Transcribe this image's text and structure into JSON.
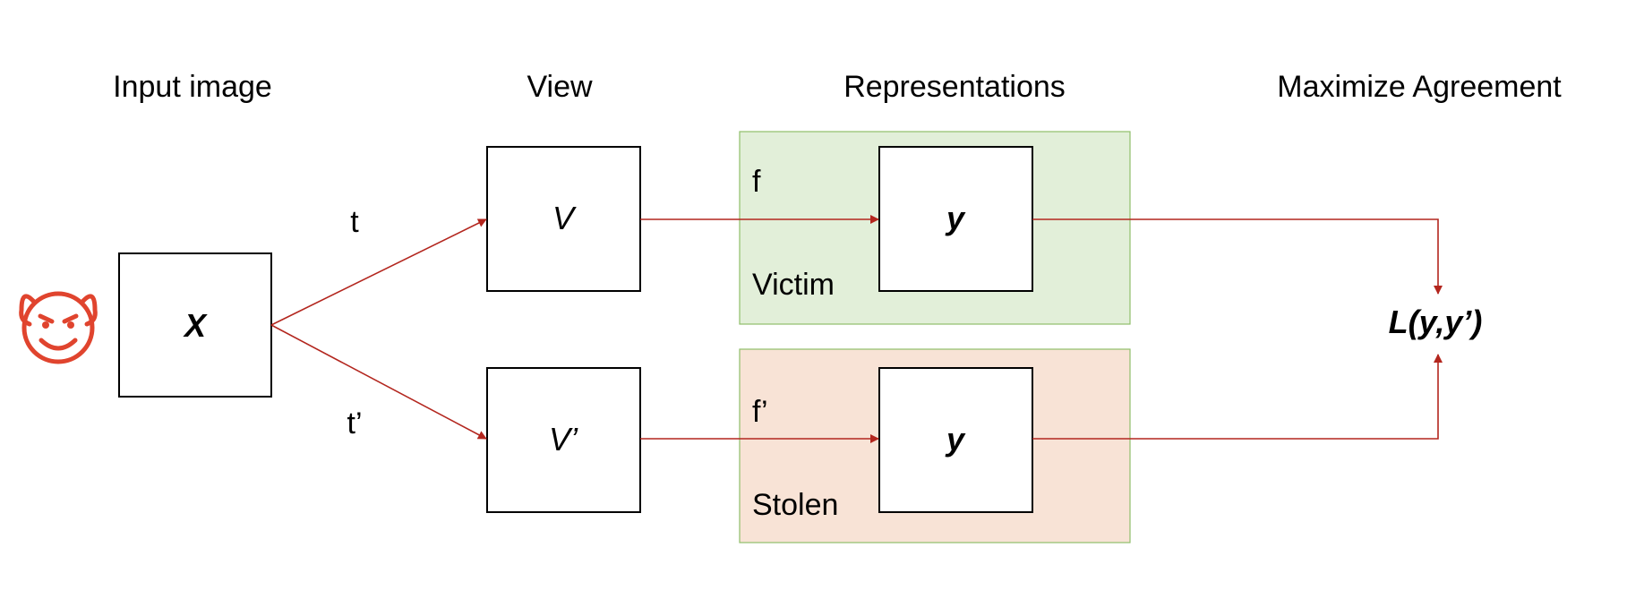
{
  "headers": {
    "input": "Input image",
    "view": "View",
    "representations": "Representations",
    "maximize": "Maximize Agreement"
  },
  "nodes": {
    "input": "X",
    "view_top": "V",
    "view_bottom": "V’",
    "rep_top": "y",
    "rep_bottom": "y",
    "loss": "L(y,y’)"
  },
  "edge_labels": {
    "t": "t",
    "t_prime": "t’"
  },
  "regions": {
    "victim": {
      "fn": "f",
      "name": "Victim",
      "fill": "#e2efd9",
      "stroke": "#8fbf6a"
    },
    "stolen": {
      "fn": "f’",
      "name": "Stolen",
      "fill": "#f8e3d6",
      "stroke": "#8fbf6a"
    }
  },
  "colors": {
    "arrow": "#b3261e",
    "devil": "#e0442e",
    "box_stroke": "#000000"
  },
  "icons": {
    "attacker": "smiling-devil-icon"
  }
}
